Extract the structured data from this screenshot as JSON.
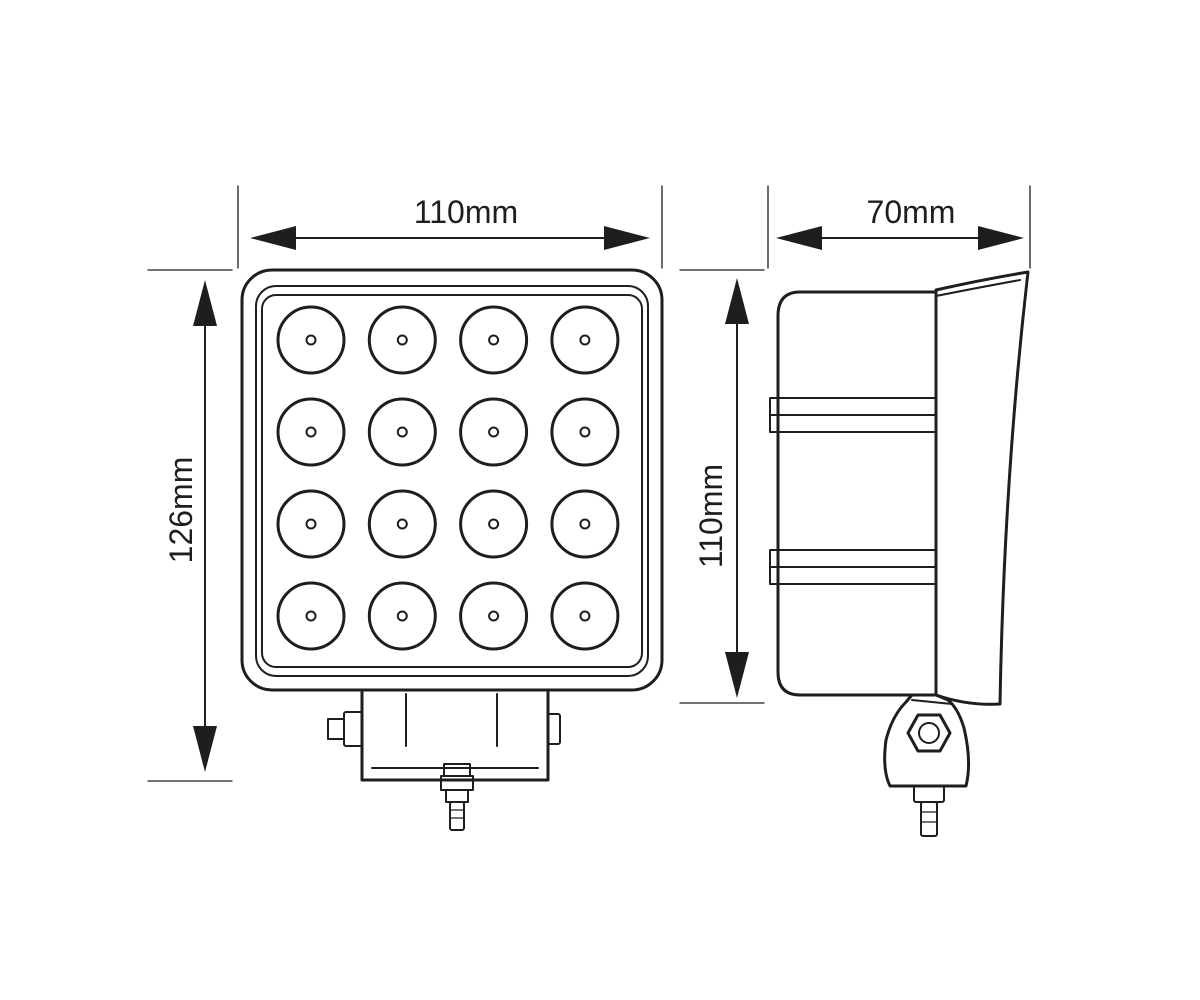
{
  "dimensions": {
    "front_width": {
      "label": "110mm",
      "value": 110,
      "unit": "mm"
    },
    "front_height": {
      "label": "126mm",
      "value": 126,
      "unit": "mm"
    },
    "side_depth": {
      "label": "70mm",
      "value": 70,
      "unit": "mm"
    },
    "side_height": {
      "label": "110mm",
      "value": 110,
      "unit": "mm"
    }
  },
  "led_grid": {
    "rows": 4,
    "columns": 4
  },
  "colors": {
    "line": "#1e1e1e",
    "background": "#ffffff"
  }
}
